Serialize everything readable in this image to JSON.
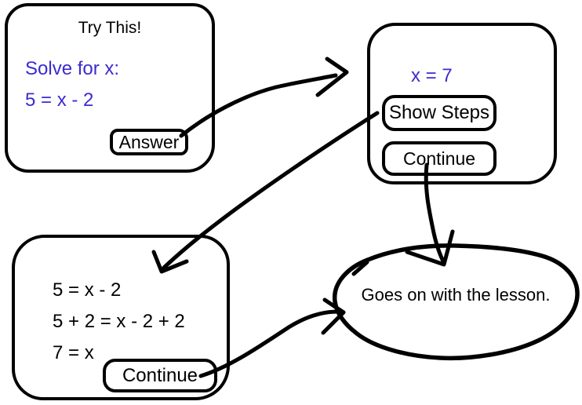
{
  "palette": {
    "ink": "#000000",
    "accent_blue": "#3c2bcf",
    "background": "#ffffff"
  },
  "screens": {
    "problem": {
      "title": "Try This!",
      "prompt": "Solve for x:",
      "equation": "5 = x - 2",
      "answer_button": "Answer"
    },
    "answer": {
      "result": "x = 7",
      "show_steps_button": "Show Steps",
      "continue_button": "Continue"
    },
    "steps": {
      "lines": [
        "5 = x - 2",
        "5 + 2 = x - 2 + 2",
        "7 = x"
      ],
      "continue_button": "Continue"
    },
    "outcome": {
      "label": "Goes on with the lesson."
    }
  },
  "flows": [
    {
      "from": "answer-button",
      "to": "result-card"
    },
    {
      "from": "show-steps-button",
      "to": "steps-card"
    },
    {
      "from": "result-continue-button",
      "to": "outcome-blob"
    },
    {
      "from": "steps-continue-button",
      "to": "outcome-blob"
    }
  ]
}
